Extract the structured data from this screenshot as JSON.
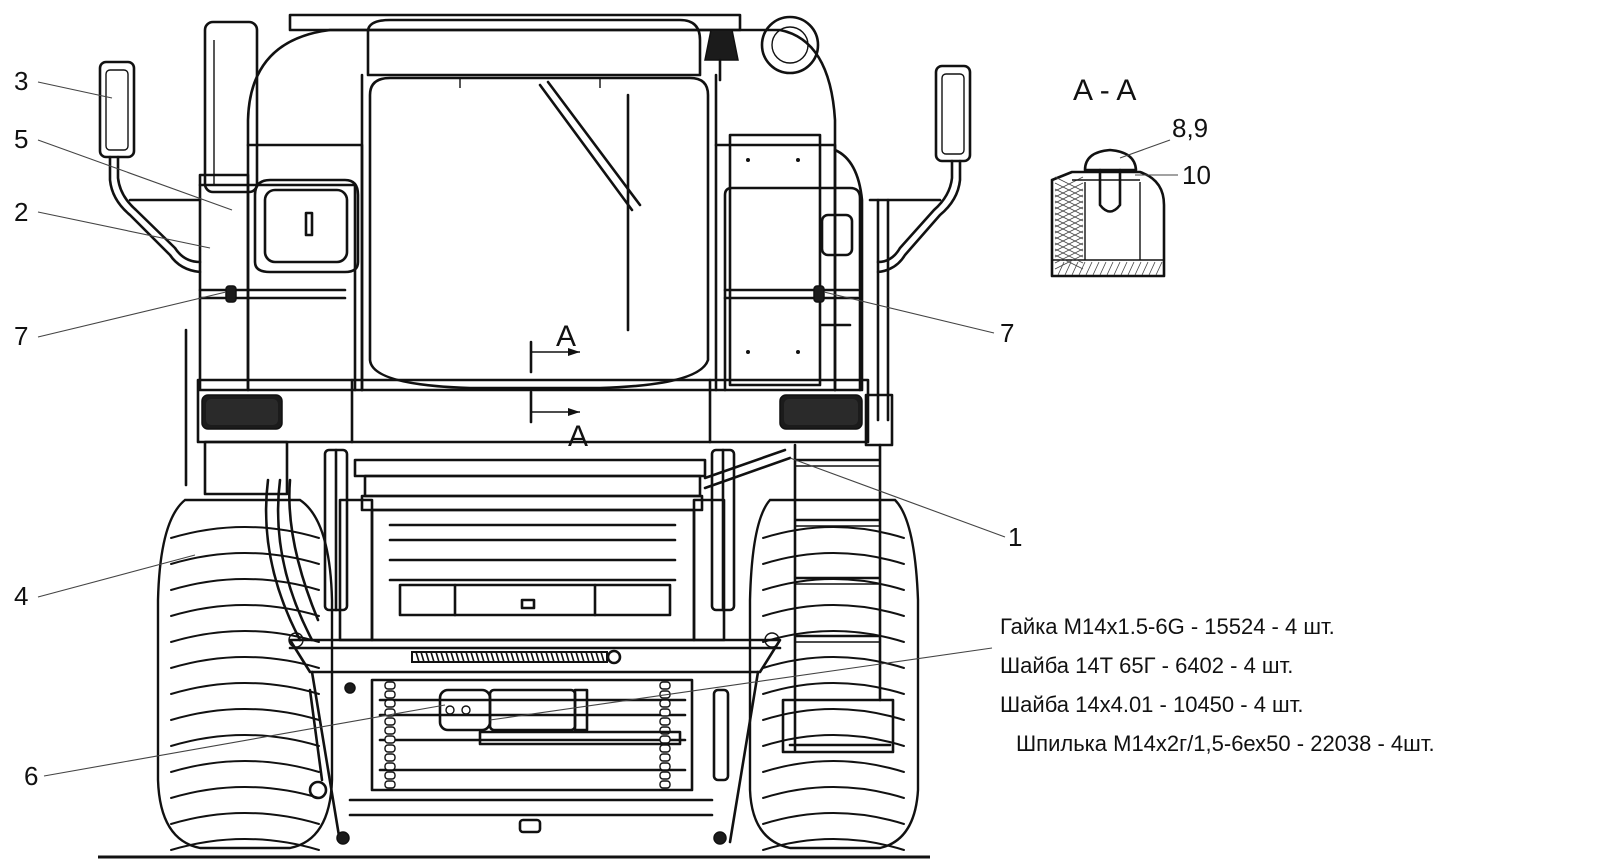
{
  "callouts": {
    "c1": "1",
    "c2": "2",
    "c3": "3",
    "c4": "4",
    "c5": "5",
    "c6": "6",
    "c7_left": "7",
    "c7_right": "7",
    "c89": "8,9",
    "c10": "10"
  },
  "section": {
    "title": "A - A",
    "mark_top": "A",
    "mark_bottom": "A"
  },
  "parts": [
    "Гайка М14х1.5-6G - 15524 - 4 шт.",
    "Шайба 14Т 65Г - 6402 - 4 шт.",
    "Шайба 14х4.01 - 10450 - 4 шт.",
    "Шпилька М14х2г/1,5-6ех50 - 22038 - 4шт."
  ]
}
